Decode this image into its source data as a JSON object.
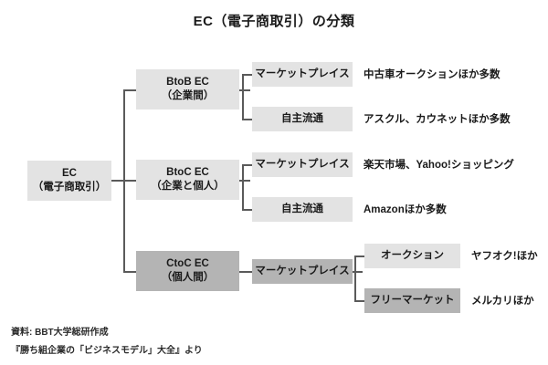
{
  "title": "EC（電子商取引）の分類",
  "root": {
    "line1": "EC",
    "line2": "（電子商取引）"
  },
  "level2": [
    {
      "line1": "BtoB EC",
      "line2": "（企業間）",
      "shade": "light"
    },
    {
      "line1": "BtoC EC",
      "line2": "（企業と個人）",
      "shade": "light"
    },
    {
      "line1": "CtoC EC",
      "line2": "（個人間）",
      "shade": "dark"
    }
  ],
  "level3": [
    {
      "label": "マーケットプレイス",
      "shade": "light"
    },
    {
      "label": "自主流通",
      "shade": "light"
    },
    {
      "label": "マーケットプレイス",
      "shade": "light"
    },
    {
      "label": "自主流通",
      "shade": "light"
    },
    {
      "label": "マーケットプレイス",
      "shade": "dark"
    }
  ],
  "level4": [
    {
      "label": "オークション",
      "shade": "light"
    },
    {
      "label": "フリーマーケット",
      "shade": "dark"
    }
  ],
  "examples": [
    {
      "text": "中古車オークションほか多数"
    },
    {
      "text": "アスクル、カウネットほか多数"
    },
    {
      "text": "楽天市場、Yahoo!ショッピング"
    },
    {
      "text": "Amazonほか多数"
    },
    {
      "text": "ヤフオク!ほか"
    },
    {
      "text": "メルカリほか"
    }
  ],
  "footer": {
    "line1": "資料: BBT大学総研作成",
    "line2": "『勝ち組企業の「ビジネスモデル」大全』より"
  },
  "colors": {
    "fill_light": "#e3e3e3",
    "fill_dark": "#b4b4b4",
    "connector": "#5a5a5a",
    "text": "#1a1a1a",
    "background": "#ffffff"
  }
}
